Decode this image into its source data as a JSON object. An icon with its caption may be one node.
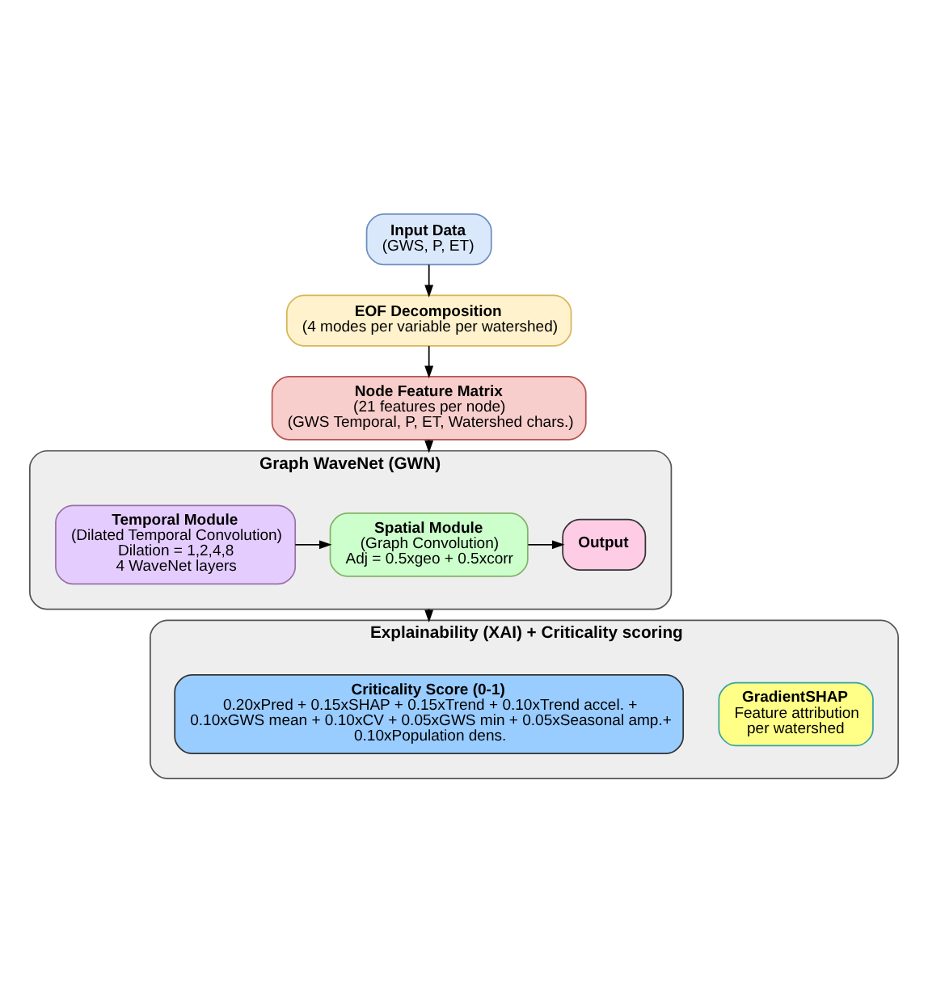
{
  "diagram": {
    "nodes": [
      {
        "text": [
          "Input Data",
          "(GWS, P, ET)"
        ]
      },
      {
        "text": [
          "EOF Decomposition",
          "(4 modes per variable per watershed)"
        ]
      },
      {
        "text": [
          "Node Feature Matrix",
          "(21 features per node)",
          "(GWS Temporal, P, ET, Watershed chars.)"
        ]
      },
      {
        "text": [
          "Graph WaveNet (GWN)"
        ]
      },
      {
        "text": [
          "Temporal Module",
          "(Dilated Temporal Convolution)",
          "Dilation = 1,2,4,8",
          "4 WaveNet layers"
        ],
        "in": 3
      },
      {
        "text": [
          "Spatial Module",
          "(Graph Convolution)",
          "Adj = 0.5xgeo + 0.5xcorr"
        ],
        "in": 3
      },
      {
        "text": [
          "Output"
        ],
        "in": 3
      },
      {
        "text": [
          "Explainability (XAI) + Criticality scoring"
        ]
      },
      {
        "text": [
          "GradientSHAP",
          "Feature attribution per watershed"
        ],
        "in": 7
      },
      {
        "text": [
          "Criticality Score (0-1)",
          "0.20xPred + 0.15xSHAP + 0.15xTrend + 0.10xTrend accel. + 0.10xGWS mean + 0.10xCV + 0.05xGWS min + 0.05xSeasonal amp.+ 0.10xPopulation dens."
        ],
        "in": 7
      }
    ],
    "edges": [
      {
        "from": 0,
        "to": 1,
        "arrow": "to"
      },
      {
        "from": 1,
        "to": 2,
        "arrow": "to"
      },
      {
        "from": 2,
        "to": 3,
        "arrow": "to"
      },
      {
        "from": 4,
        "to": 5,
        "arrow": "to"
      },
      {
        "from": 5,
        "to": 6,
        "arrow": "to"
      },
      {
        "from": 3,
        "to": 7,
        "arrow": "to"
      }
    ]
  }
}
